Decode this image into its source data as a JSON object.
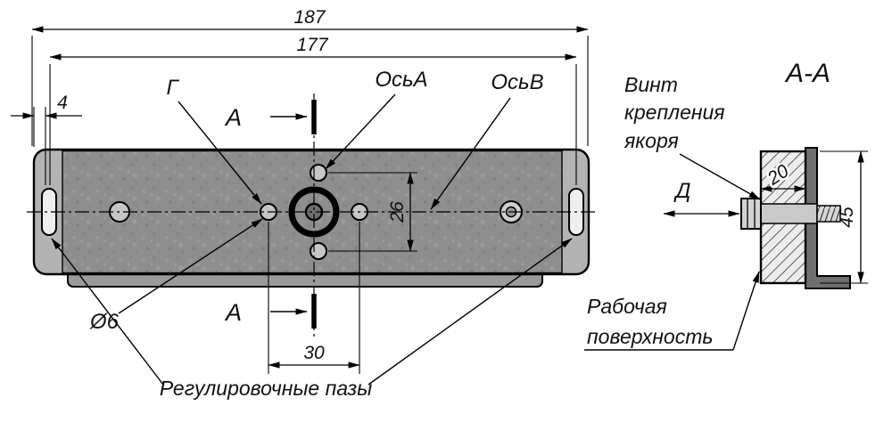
{
  "front_view": {
    "dim_187": "187",
    "dim_177": "177",
    "dim_4": "4",
    "dim_26": "26",
    "dim_30": "30",
    "label_g": "Г",
    "section_mark_top": "А",
    "section_mark_bottom": "А",
    "label_axis_a": "ОсьА",
    "label_axis_b": "ОсьВ",
    "label_diameter": "Ø6",
    "label_slots": "Регулировочные пазы"
  },
  "section_view": {
    "title": "А-А",
    "screw_label": {
      "line1": "Винт",
      "line2": "крепления",
      "line3": "якоря"
    },
    "dim_20": "20",
    "label_direction": "Д",
    "dim_45": "45",
    "surface_label": {
      "line1": "Рабочая",
      "line2": "поверхность"
    }
  },
  "colors": {
    "line": "#000000",
    "plate_light": "#b3b3b3",
    "plate_dark": "#8e8e8e",
    "background": "#ffffff"
  }
}
